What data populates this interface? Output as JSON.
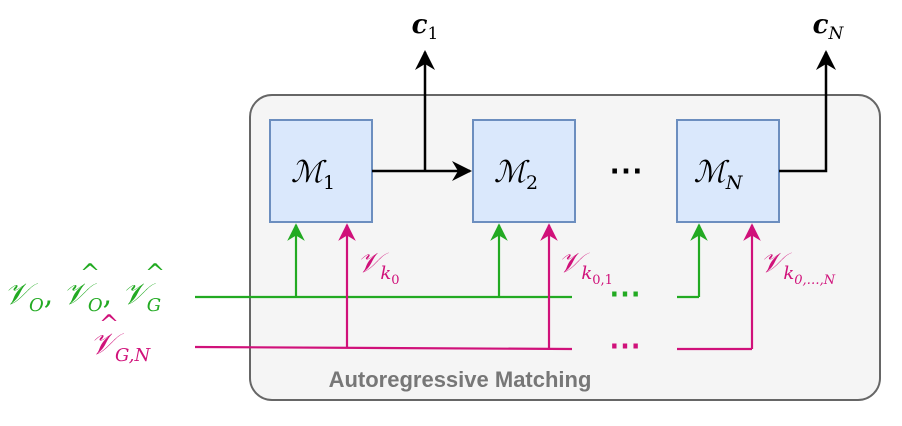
{
  "diagram": {
    "container": {
      "label": "Autoregressive Matching"
    },
    "modules": [
      {
        "symbol": "ℳ",
        "subscript": "1"
      },
      {
        "symbol": "ℳ",
        "subscript": "2"
      },
      {
        "symbol": "ℳ",
        "subscript": "N"
      }
    ],
    "ellipsis_between_modules": "⋯",
    "outputs": [
      {
        "symbol": "c",
        "subscript": "1"
      },
      {
        "symbol": "c",
        "subscript": "N"
      }
    ],
    "inputs": {
      "green": {
        "text": "𝒱",
        "sub1": "O",
        "sep1": ", ",
        "hat2": "𝒱",
        "sub2": "O",
        "sep2": ", ",
        "hat3": "𝒱",
        "sub3": "G",
        "color": "#22aa22"
      },
      "magenta": {
        "hat": "𝒱",
        "subscript": "G,N",
        "color": "#d0117a"
      }
    },
    "side_labels": [
      {
        "symbol": "𝒱",
        "subscript": "k",
        "subsub": "0"
      },
      {
        "symbol": "𝒱",
        "subscript": "k",
        "subsub": "0,1"
      },
      {
        "symbol": "𝒱",
        "subscript": "k",
        "subsub": "0,…,N"
      }
    ],
    "line_ellipsis": "⋯",
    "colors": {
      "module_fill": "#dae8fc",
      "module_stroke": "#6c8ebf",
      "container_fill": "#f5f5f5",
      "container_stroke": "#666666",
      "label_gray": "#777777",
      "green": "#22aa22",
      "magenta": "#d0117a"
    }
  }
}
